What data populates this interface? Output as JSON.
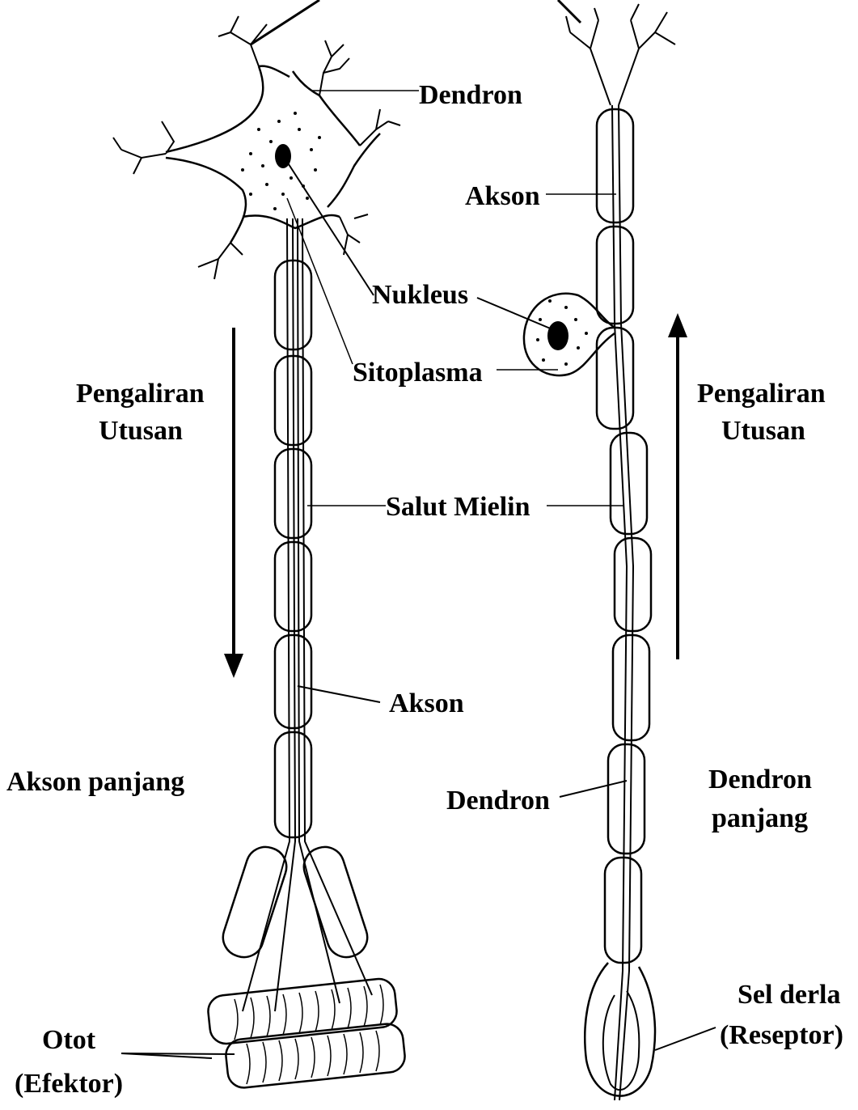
{
  "labels": {
    "dendron_top": "Dendron",
    "akson_right": "Akson",
    "nukleus": "Nukleus",
    "sitoplasma": "Sitoplasma",
    "pengaliran_left_1": "Pengaliran",
    "pengaliran_left_2": "Utusan",
    "pengaliran_right_1": "Pengaliran",
    "pengaliran_right_2": "Utusan",
    "salut_mielin": "Salut Mielin",
    "akson_mid": "Akson",
    "akson_panjang": "Akson panjang",
    "dendron_right": "Dendron",
    "dendron_panjang_1": "Dendron",
    "dendron_panjang_2": "panjang",
    "sel_derla_1": "Sel derla",
    "sel_derla_2": "(Reseptor)",
    "otot_1": "Otot",
    "otot_2": "(Efektor)"
  },
  "arrows": {
    "left_direction": "down",
    "right_direction": "up"
  }
}
